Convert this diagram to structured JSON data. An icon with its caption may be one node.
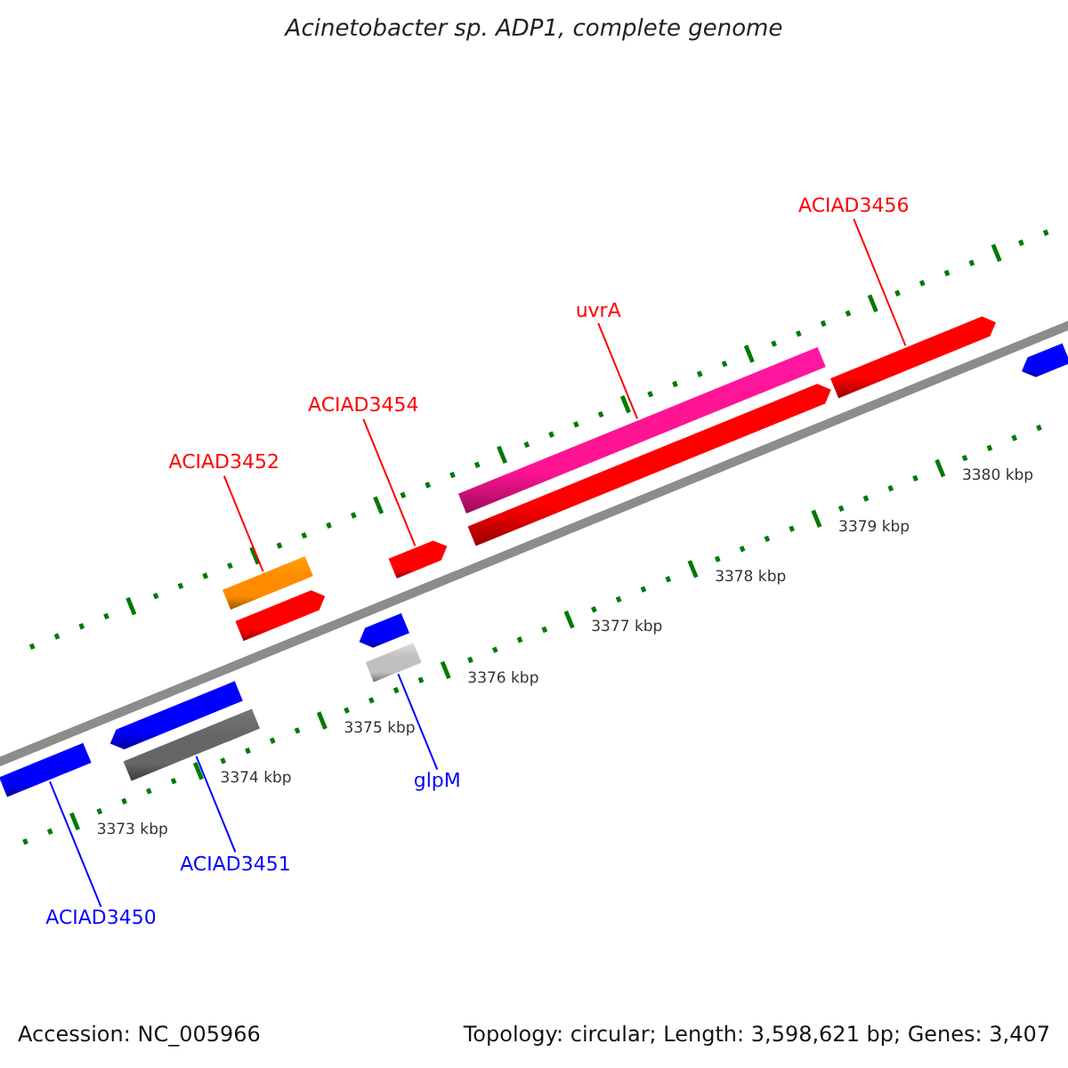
{
  "diagram": {
    "title": "Acinetobacter sp. ADP1, complete genome",
    "nodes": [
      {
        "text": [
          "ACIAD3456"
        ]
      },
      {
        "text": [
          "uvrA"
        ]
      },
      {
        "text": [
          "ACIAD3454"
        ]
      },
      {
        "text": [
          "ACIAD3452"
        ]
      },
      {
        "text": [
          "glpM"
        ]
      },
      {
        "text": [
          "ACIAD3451"
        ]
      },
      {
        "text": [
          "ACIAD3450"
        ]
      },
      {
        "text": [],
        "shape": "bar"
      },
      {
        "text": [],
        "shape": "arrow"
      },
      {
        "text": [],
        "shape": "bar"
      },
      {
        "text": [],
        "shape": "bar"
      },
      {
        "text": [],
        "shape": "arrow"
      },
      {
        "text": [],
        "shape": "arrow"
      },
      {
        "text": [],
        "shape": "bar"
      },
      {
        "text": [],
        "shape": "arrow"
      },
      {
        "text": [],
        "shape": "bar"
      },
      {
        "text": [],
        "shape": "arrow"
      },
      {
        "text": [],
        "shape": "arrow"
      },
      {
        "text": [],
        "shape": "arrow"
      }
    ],
    "edges": [
      {
        "from": 0,
        "to": 17,
        "arrow": "none"
      },
      {
        "from": 1,
        "to": 15,
        "arrow": "none"
      },
      {
        "from": 2,
        "to": 14,
        "arrow": "none"
      },
      {
        "from": 3,
        "to": 10,
        "arrow": "none"
      },
      {
        "from": 4,
        "to": 13,
        "arrow": "none",
        "color": "#0000ff"
      },
      {
        "from": 5,
        "to": 9,
        "arrow": "none",
        "color": "#0000ff"
      },
      {
        "from": 6,
        "to": 7,
        "arrow": "none",
        "color": "#0000ff"
      }
    ],
    "labels": [
      "3380 kbp",
      "3379 kbp",
      "3378 kbp",
      "3377 kbp",
      "3376 kbp",
      "3375 kbp",
      "3374 kbp",
      "3373 kbp",
      "Accession: NC_005966",
      "Topology: circular; Length: 3,598,621 bp; Genes: 3,407"
    ]
  }
}
